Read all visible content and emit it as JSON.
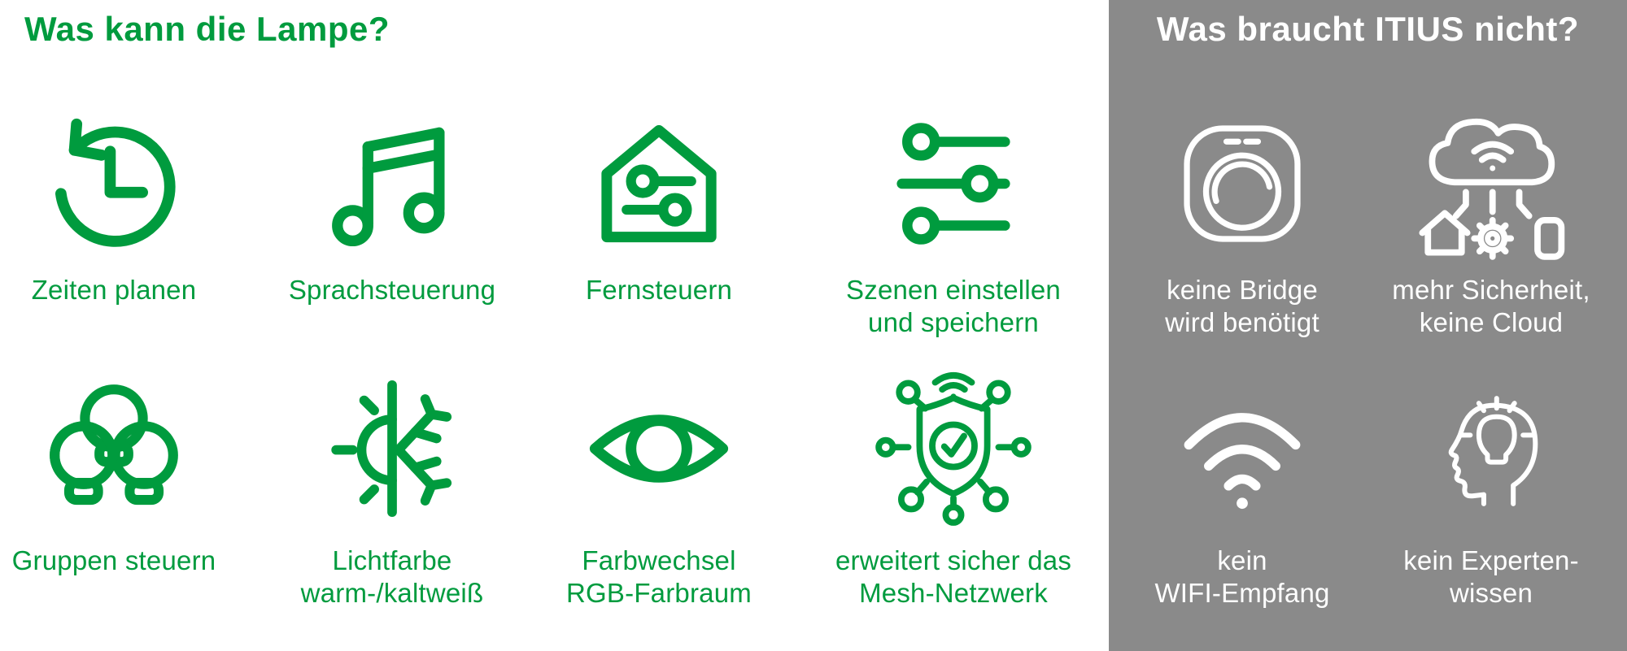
{
  "colors": {
    "green": "#009B3E",
    "gray_panel": "#8A8A8A",
    "white": "#FFFFFF"
  },
  "left": {
    "title": "Was kann die Lampe?",
    "items": [
      {
        "icon": "history-clock-icon",
        "label": "Zeiten planen"
      },
      {
        "icon": "music-note-icon",
        "label": "Sprachsteuerung"
      },
      {
        "icon": "house-sliders-icon",
        "label": "Fernsteuern"
      },
      {
        "icon": "scene-sliders-icon",
        "label": "Szenen einstellen\nund speichern"
      },
      {
        "icon": "bulb-group-icon",
        "label": "Gruppen steuern"
      },
      {
        "icon": "warm-cold-icon",
        "label": "Lichtfarbe\nwarm-/kaltweiß"
      },
      {
        "icon": "eye-icon",
        "label": "Farbwechsel\nRGB-Farbraum"
      },
      {
        "icon": "mesh-shield-icon",
        "label": "erweitert sicher das\nMesh-Netzwerk"
      }
    ]
  },
  "right": {
    "title": "Was braucht ITIUS nicht?",
    "items": [
      {
        "icon": "bridge-device-icon",
        "label": "keine Bridge\nwird benötigt"
      },
      {
        "icon": "cloud-devices-icon",
        "label": "mehr Sicherheit,\nkeine Cloud"
      },
      {
        "icon": "wifi-icon",
        "label": "kein\nWIFI-Empfang"
      },
      {
        "icon": "expert-head-icon",
        "label": "kein Experten-\nwissen"
      }
    ]
  }
}
